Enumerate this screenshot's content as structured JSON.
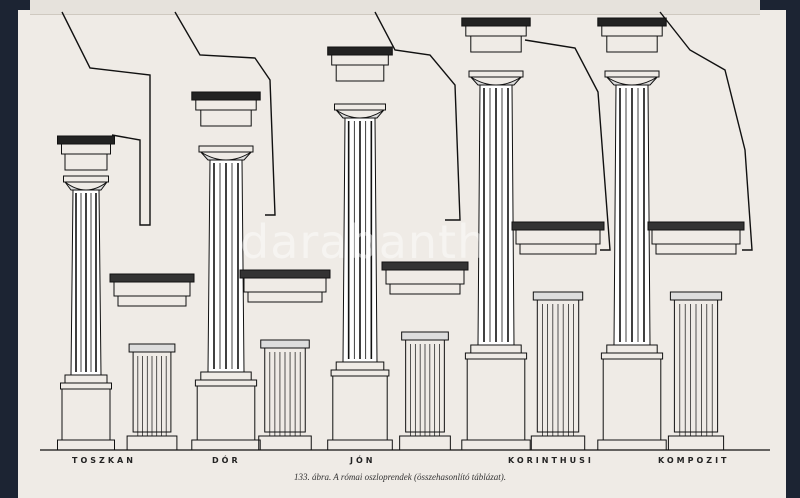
{
  "orders": [
    {
      "label": "TOSZKAN"
    },
    {
      "label": "DÓR"
    },
    {
      "label": "JÓN"
    },
    {
      "label": "KORINTHUSI"
    },
    {
      "label": "KOMPOZIT"
    }
  ],
  "caption": "133. ábra. A római oszloprendek (összehasonlító táblázat).",
  "watermark": "darabanth"
}
